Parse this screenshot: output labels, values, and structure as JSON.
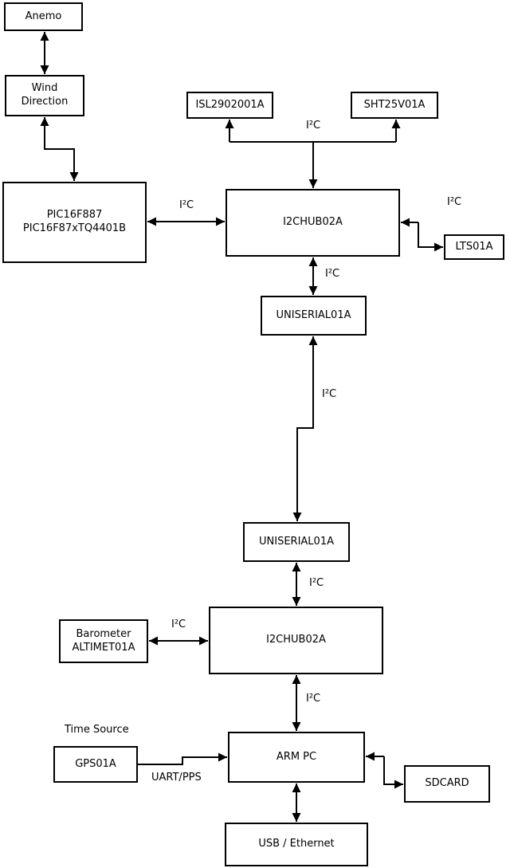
{
  "diagram": {
    "nodes": {
      "anemo": {
        "label": "Anemo"
      },
      "wind_direction": {
        "line1": "Wind",
        "line2": "Direction"
      },
      "pic": {
        "line1": "PIC16F887",
        "line2": "PIC16F87xTQ4401B"
      },
      "isl": {
        "label": "ISL2902001A"
      },
      "sht": {
        "label": "SHT25V01A"
      },
      "hub1": {
        "label": "I2CHUB02A"
      },
      "lts": {
        "label": "LTS01A"
      },
      "uniserial1": {
        "label": "UNISERIAL01A"
      },
      "uniserial2": {
        "label": "UNISERIAL01A"
      },
      "hub2": {
        "label": "I2CHUB02A"
      },
      "barometer": {
        "line1": "Barometer",
        "line2": "ALTIMET01A"
      },
      "gps": {
        "label": "GPS01A"
      },
      "arm_pc": {
        "label": "ARM PC"
      },
      "sdcard": {
        "label": "SDCARD"
      },
      "usb_ethernet": {
        "label": "USB / Ethernet"
      }
    },
    "edge_labels": {
      "i2c_sensor_bus": "I²C",
      "i2c_pic_hub": "I²C",
      "i2c_hub_lts": "I²C",
      "i2c_hub1_serial": "I²C",
      "i2c_serial_link": "I²C",
      "i2c_serial_hub2": "I²C",
      "i2c_baro_hub": "I²C",
      "i2c_hub2_arm": "I²C",
      "time_source": "Time Source",
      "uart_pps": "UART/PPS"
    },
    "colors": {
      "line": "#000000",
      "background": "#ffffff"
    }
  }
}
